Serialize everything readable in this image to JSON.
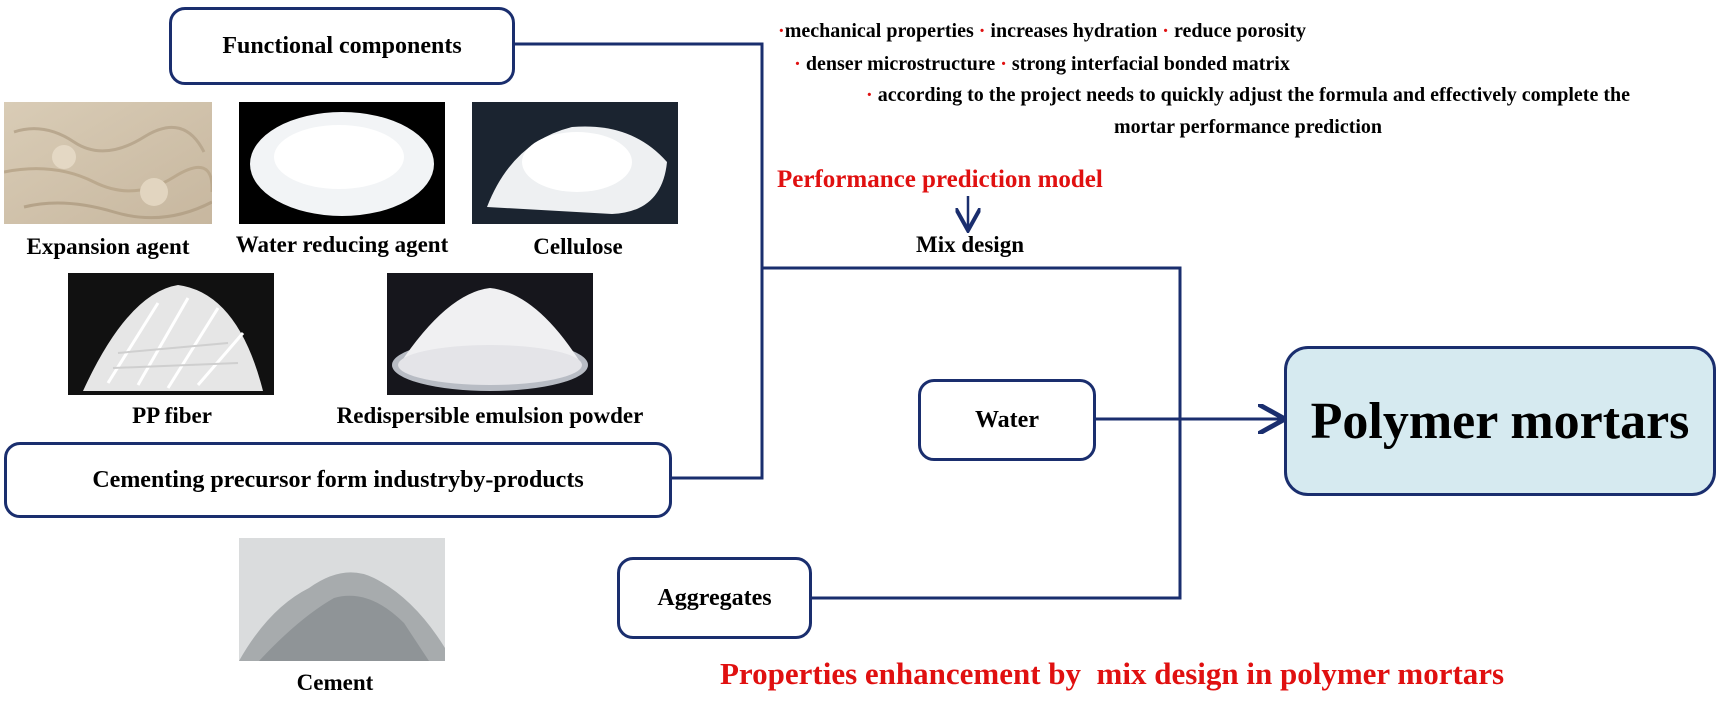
{
  "benefits": {
    "bullet": "·",
    "line1": [
      "mechanical properties",
      "increases hydration",
      "reduce porosity"
    ],
    "line2": [
      "denser microstructure",
      "strong interfacial bonded matrix"
    ],
    "line3": "according to the project needs to quickly adjust the formula and effectively complete the",
    "line4": "mortar performance prediction"
  },
  "model_title": "Performance prediction model",
  "mix_design": "Mix design",
  "boxes": {
    "functional": "Functional components",
    "cementing": "Cementing precursor form industryby-products",
    "water": "Water",
    "aggregates": "Aggregates",
    "output": "Polymer mortars"
  },
  "materials": {
    "expansion": "Expansion agent",
    "water_reducing": "Water reducing agent",
    "cellulose": "Cellulose",
    "pp_fiber": "PP fiber",
    "emulsion": "Redispersible emulsion powder",
    "cement": "Cement"
  },
  "footer_title": "Properties enhancement by  mix design in polymer mortars",
  "colors": {
    "line": "#1a2e6e",
    "accent_red": "#e01010",
    "output_fill": "#d6eaf0"
  }
}
